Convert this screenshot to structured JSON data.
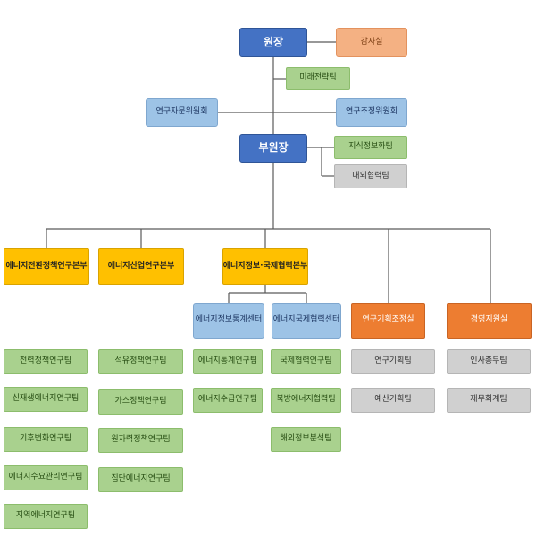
{
  "chart": {
    "president": "원장",
    "audit": "감사실",
    "future_strategy": "미래전략팀",
    "advisory_committee": "연구자문위원회",
    "coordination_committee": "연구조정위원회",
    "vice_president": "부원장",
    "knowledge_info": "지식정보화팀",
    "external_coop": "대외협력팀",
    "divisions": {
      "transition_policy": "에너지전환정책연구본부",
      "industry": "에너지산업연구본부",
      "info_intl": "에너지정보·국제협력본부",
      "research_planning": "연구기획조정실",
      "management_support": "경영지원실"
    },
    "centers": {
      "stats_center": "에너지정보통계센터",
      "intl_center": "에너지국제협력센터"
    },
    "teams": {
      "power_policy": "전력정책연구팀",
      "renewable": "신재생에너지연구팀",
      "climate": "기후변화연구팀",
      "demand_mgmt": "에너지수요관리연구팀",
      "regional": "지역에너지연구팀",
      "oil_policy": "석유정책연구팀",
      "gas_policy": "가스정책연구팀",
      "nuclear_policy": "원자력정책연구팀",
      "district_energy": "집단에너지연구팀",
      "energy_stats": "에너지통계연구팀",
      "supply_demand": "에너지수급연구팀",
      "intl_coop": "국제협력연구팀",
      "north_korea": "북방에너지협력팀",
      "overseas_info": "해외정보분석팀",
      "research_planning_team": "연구기획팀",
      "budget_planning": "예산기획팀",
      "hr_general": "인사총무팀",
      "finance_accounting": "재무회계팀"
    }
  }
}
